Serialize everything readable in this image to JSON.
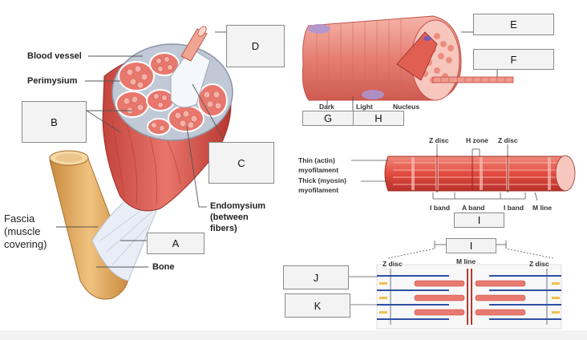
{
  "labels": {
    "blood_vessel": "Blood vessel",
    "perimysium": "Perimysium",
    "endomysium_1": "Endomysium",
    "endomysium_2": "(between",
    "endomysium_3": "fibers)",
    "fascia_1": "Fascia",
    "fascia_2": "(muscle",
    "fascia_3": "covering)",
    "bone": "Bone",
    "dark": "Dark",
    "light": "Light",
    "nucleus": "Nucleus",
    "z_disc_top_left": "Z disc",
    "h_zone": "H zone",
    "z_disc_top_right": "Z disc",
    "thin_1": "Thin (actin)",
    "thin_2": "myofilament",
    "thick_1": "Thick (myosin)",
    "thick_2": "myofilament",
    "i_band_left": "I band",
    "a_band": "A band",
    "i_band_right": "I band",
    "m_line_top": "M line",
    "z_disc_bottom_left": "Z disc",
    "m_line_bottom": "M line",
    "z_disc_bottom_right": "Z disc"
  },
  "answer_boxes": {
    "A": "A",
    "B": "B",
    "C": "C",
    "D": "D",
    "E": "E",
    "F": "F",
    "G": "G",
    "H": "H",
    "I_upper": "I",
    "I_lower": "I",
    "J": "J",
    "K": "K"
  },
  "colors": {
    "muscle_red": "#d9534a",
    "muscle_light": "#f2a9a0",
    "tendon_white": "#e8eef5",
    "bone_tan": "#e8b46a",
    "actin_blue": "#2d4fa3",
    "myosin_pink": "#e87a70",
    "box_fill": "#f3f3f3",
    "box_border": "#8a8a8a"
  }
}
